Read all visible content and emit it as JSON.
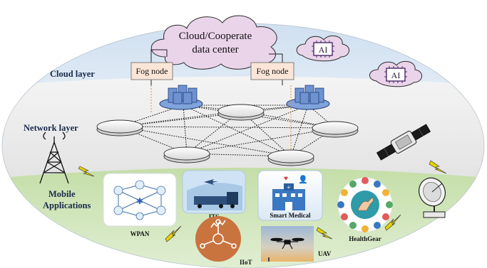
{
  "layers": {
    "cloud": "Cloud layer",
    "network": "Network layer",
    "mobile_line1": "Mobile",
    "mobile_line2": "Applications"
  },
  "data_center": {
    "line1": "Cloud/Cooperate",
    "line2": "data center"
  },
  "fog_nodes": [
    "Fog node",
    "Fog node"
  ],
  "ai_chips": [
    "AI",
    "AI"
  ],
  "applications": {
    "wpan": "WPAN",
    "its": "ITS",
    "smart_medical": "Smart Medical",
    "iiot": "IIoT",
    "uav": "UAV",
    "healthgear": "HealthGear"
  },
  "colors": {
    "cloud_band": "#dce8f4",
    "network_band": "#eeeeee",
    "mobile_band": "#cde3b6",
    "cloud_fill": "#ecd8ec",
    "fog_box": "#fbe5d6",
    "server": "#6f93d0",
    "lightning": "#e8d400"
  }
}
